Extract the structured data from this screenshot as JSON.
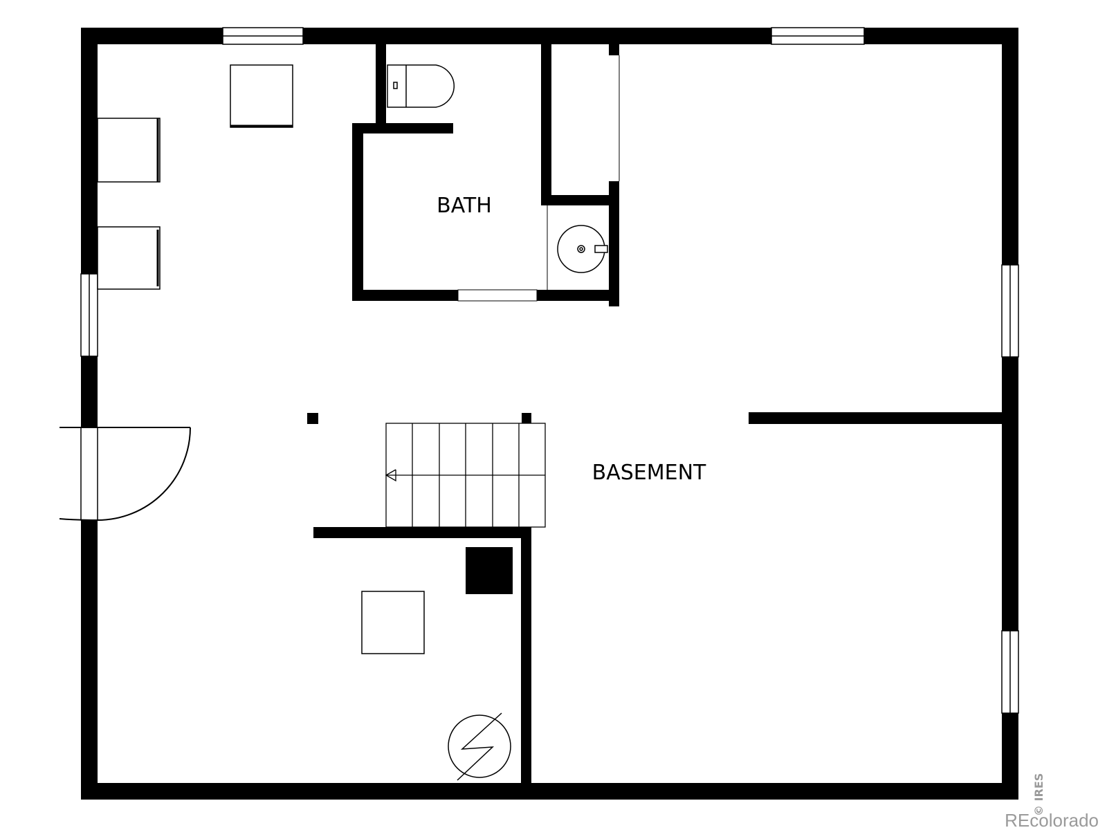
{
  "rooms": {
    "bath": "BATH",
    "basement": "BASEMENT"
  },
  "watermark": {
    "vertical": "© IRES",
    "brand": "REcolorado"
  },
  "colors": {
    "wall": "#000000",
    "background": "#ffffff",
    "watermark": "#9a9a9a"
  }
}
